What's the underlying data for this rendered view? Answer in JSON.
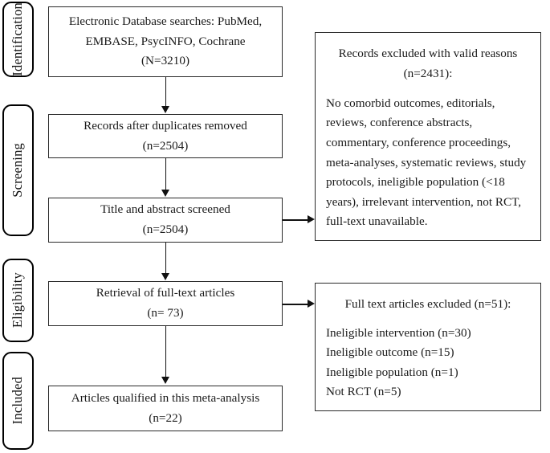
{
  "diagram": {
    "title": "PRISMA study selection flow diagram",
    "line_color": "#111111",
    "box_border_color": "#2a2a2a",
    "pill_border_color": "#000000",
    "background": "#ffffff"
  },
  "stages": [
    {
      "label": "Identification"
    },
    {
      "label": "Screening"
    },
    {
      "label": "Eligibility"
    },
    {
      "label": "Included"
    }
  ],
  "flow_boxes": [
    {
      "id": "records-identified",
      "lines": [
        "Electronic Database searches: PubMed,",
        "EMBASE, PsycINFO, Cochrane",
        "(N=3210)"
      ]
    },
    {
      "id": "records-after-duplicates",
      "lines": [
        "Records after duplicates removed",
        "(n=2504)"
      ]
    },
    {
      "id": "title-abstract-screened",
      "lines": [
        "Title and abstract screened",
        "(n=2504)"
      ]
    },
    {
      "id": "full-text-retrieved",
      "lines": [
        "Retrieval of full-text articles",
        "(n= 73)"
      ]
    },
    {
      "id": "articles-included",
      "lines": [
        "Articles qualified in this meta-analysis",
        "(n=22)"
      ]
    }
  ],
  "exclusion_boxes": [
    {
      "id": "records-excluded",
      "heading": [
        "Records excluded with valid reasons",
        "(n=2431):"
      ],
      "reasons": [
        "No comorbid outcomes, editorials,",
        "reviews, conference abstracts,",
        "commentary, conference proceedings,",
        "meta-analyses, systematic reviews, study",
        "protocols,  ineligible population (<18",
        "years), irrelevant intervention, not RCT,",
        "full-text unavailable."
      ]
    },
    {
      "id": "full-text-excluded",
      "heading": [
        "Full text articles excluded (n=51):"
      ],
      "reasons": [
        "Ineligible intervention (n=30)",
        "Ineligible outcome (n=15)",
        "Ineligible population (n=1)",
        "Not RCT (n=5)"
      ]
    }
  ]
}
